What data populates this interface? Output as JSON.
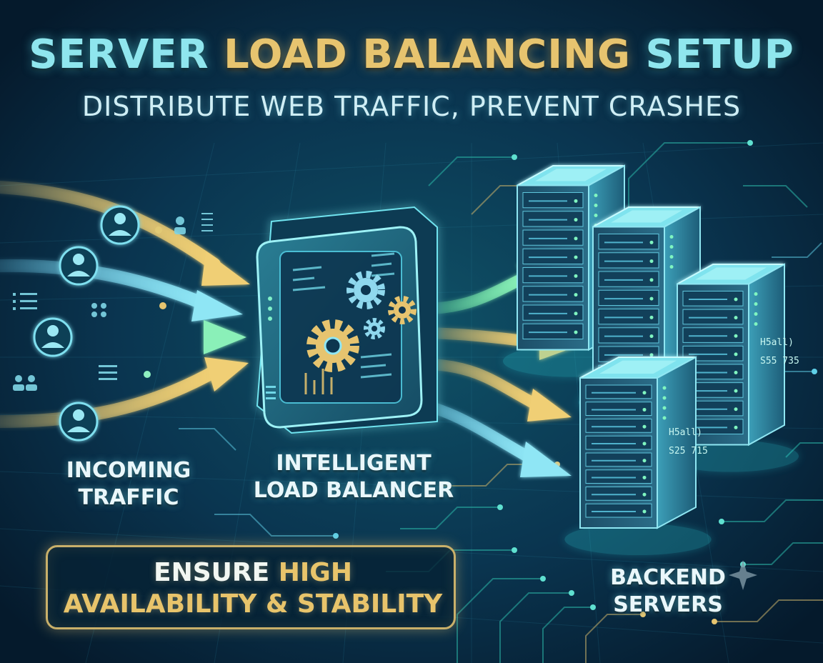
{
  "header": {
    "title_part1": "SERVER",
    "title_part2": "LOAD BALANCING",
    "title_part3": "SETUP",
    "subtitle": "DISTRIBUTE WEB TRAFFIC, PREVENT CRASHES"
  },
  "labels": {
    "incoming_line1": "INCOMING",
    "incoming_line2": "TRAFFIC",
    "balancer_line1": "INTELLIGENT",
    "balancer_line2": "LOAD BALANCER",
    "backend_line1": "BACKEND",
    "backend_line2": "SERVERS"
  },
  "callout": {
    "part1": "ENSURE",
    "part2": "HIGH",
    "part3": "AVAILABILITY & STABILITY"
  },
  "servers": [
    {
      "text1": "",
      "text2": ""
    },
    {
      "text1": "",
      "text2": ""
    },
    {
      "text1": "H5all)",
      "text2": "S55 735"
    },
    {
      "text1": "H5all)",
      "text2": "S25 715"
    }
  ],
  "colors": {
    "background": "#07243a",
    "accent_cyan": "#8fe6ee",
    "accent_gold": "#e7c46f",
    "arrow_green": "#6fe3a6",
    "arrow_blue": "#6fd2e8"
  }
}
